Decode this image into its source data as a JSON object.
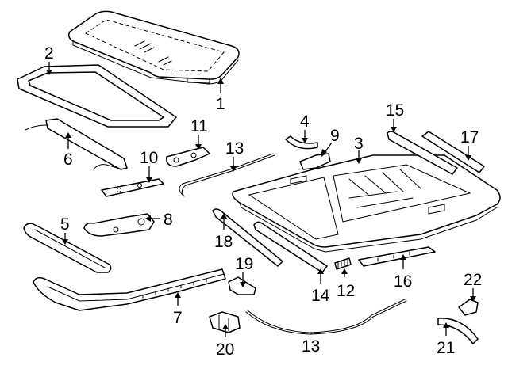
{
  "colors": {
    "line": "#000000",
    "background": "#ffffff"
  },
  "callouts": {
    "c1": "1",
    "c2": "2",
    "c3": "3",
    "c4": "4",
    "c5": "5",
    "c6": "6",
    "c7": "7",
    "c8": "8",
    "c9": "9",
    "c10": "10",
    "c11": "11",
    "c12": "12",
    "c13a": "13",
    "c13b": "13",
    "c14": "14",
    "c15": "15",
    "c16": "16",
    "c17": "17",
    "c18": "18",
    "c19": "19",
    "c20": "20",
    "c21": "21",
    "c22": "22"
  }
}
